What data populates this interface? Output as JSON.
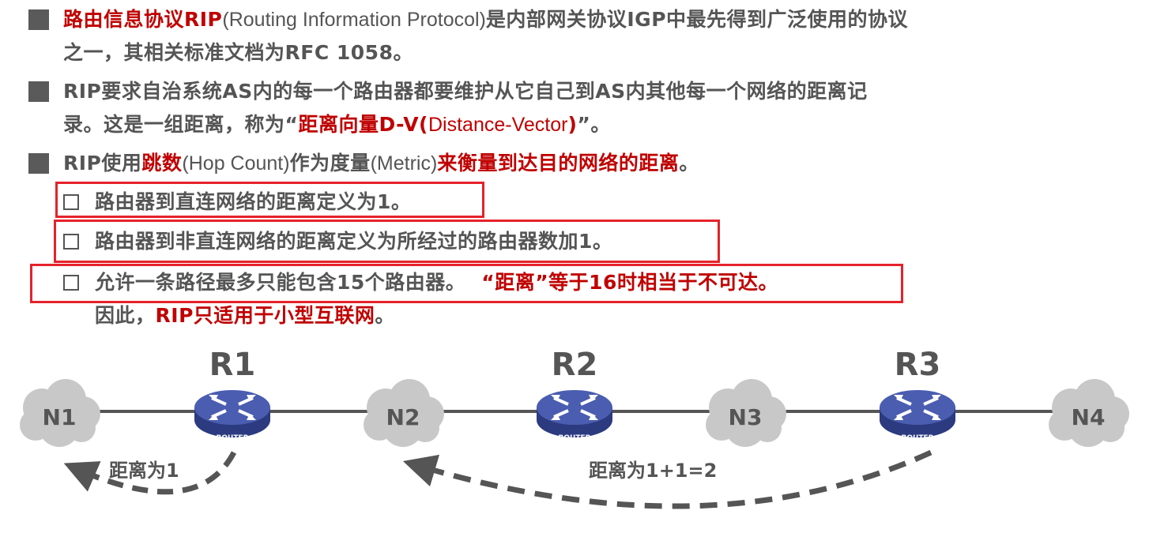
{
  "bullets": [
    {
      "lines": [
        [
          "路由信息协议RIP",
          "(Routing Information Protocol)",
          "是内部网关协议IGP中最先得到广泛使用的协议"
        ],
        [
          "之一，其相关标准文档为RFC 1058。"
        ]
      ]
    },
    {
      "lines": [
        [
          "RIP要求自治系统AS内的每一个路由器都要维护从它自己到AS内其他每一个网络的距离记"
        ],
        [
          "录。这是一组距离，称为“",
          "距离向量D-V(",
          "Distance-Vector",
          ")",
          "”。"
        ]
      ]
    },
    {
      "lines": [
        [
          "RIP使用",
          "跳数",
          "(Hop Count)",
          "作为度量",
          "(Metric)",
          "来衡量到达目的网络的距离",
          "。"
        ]
      ]
    }
  ],
  "sub_items": [
    {
      "text": [
        "路由器到直连网络的距离定义为1。"
      ]
    },
    {
      "text": [
        "路由器到非直连网络的距离定义为所经过的路由器数加1。"
      ]
    },
    {
      "text": [
        "允许一条路径最多只能包含15个路由器。",
        "“距离”等于16时相当于不可达。"
      ],
      "cont": [
        "因此，",
        "RIP只适用于小型互联网",
        "。"
      ]
    }
  ],
  "diagram": {
    "networks": [
      "N1",
      "N2",
      "N3",
      "N4"
    ],
    "routers": [
      "R1",
      "R2",
      "R3"
    ],
    "router_caption": "ROUTER",
    "arrow1_label": "距离为1",
    "arrow2_label": "距离为1+1=2"
  },
  "colors": {
    "red": "#c00000",
    "highlight": "#e5222b",
    "router": "#3f4f9e",
    "cloud": "#c8c8c8"
  }
}
